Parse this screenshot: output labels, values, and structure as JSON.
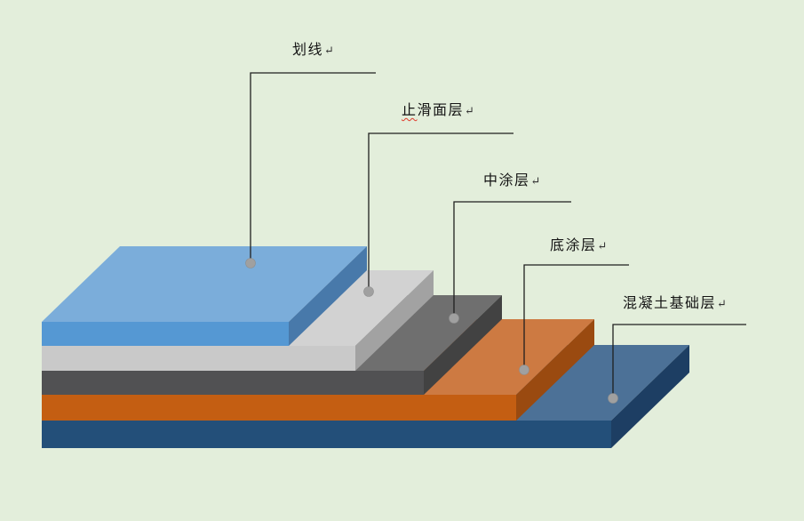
{
  "page": {
    "background_color": "#e3eedb"
  },
  "diagram": {
    "layers": [
      {
        "name": "marking-line",
        "label": {
          "text": "划线",
          "return_mark": "↵"
        },
        "colors": {
          "top": "#7badda",
          "front": "#5598d3",
          "side": "#4879aa"
        }
      },
      {
        "name": "anti-slip-surface-layer",
        "label": {
          "head": "止",
          "tail": "滑面层",
          "return_mark": "↵",
          "spellcheck_marked": true
        },
        "colors": {
          "top": "#d2d2d2",
          "front": "#c9c9c9",
          "side": "#a2a2a2"
        }
      },
      {
        "name": "middle-coating-layer",
        "label": {
          "text": "中涂层",
          "return_mark": "↵"
        },
        "colors": {
          "top": "#6f6f6f",
          "front": "#515153",
          "side": "#424242"
        }
      },
      {
        "name": "primer-coating-layer",
        "label": {
          "text": "底涂层",
          "return_mark": "↵"
        },
        "colors": {
          "top": "#cd7a42",
          "front": "#c45e12",
          "side": "#9a4a10"
        }
      },
      {
        "name": "concrete-base-layer",
        "label": {
          "text": "混凝土基础层",
          "return_mark": "↵"
        },
        "colors": {
          "top": "#4c7197",
          "front": "#234f79",
          "side": "#1d3e63"
        }
      }
    ],
    "annotation": {
      "line_color": "#1f1f1f",
      "dot_fill": "#a0a0a0",
      "dot_stroke": "#8f8f8f",
      "text_color": "#141414",
      "spellcheck_underline_color": "#e03a2b"
    }
  }
}
